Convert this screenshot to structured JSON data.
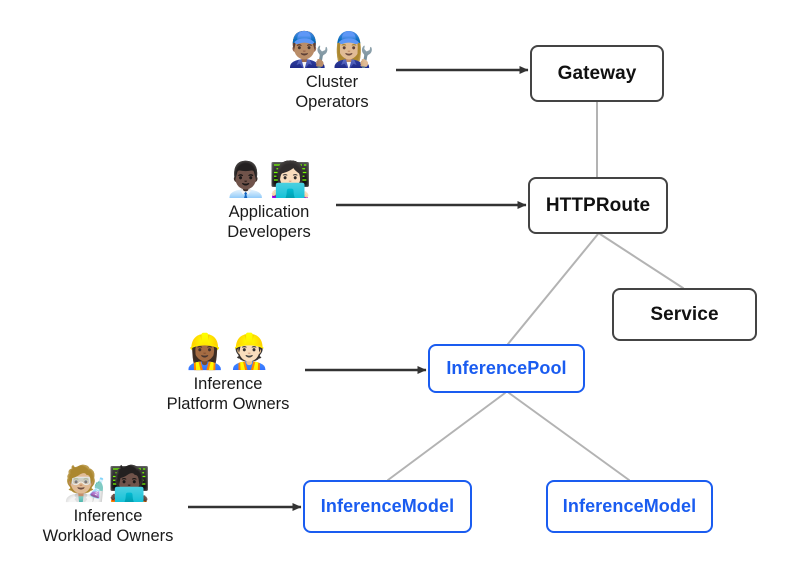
{
  "diagram": {
    "title": "Gateway API Inference Extension resource and persona relationships",
    "background_color": "#ffffff",
    "colors": {
      "box_border_dark": "#444444",
      "box_text_dark": "#111111",
      "box_border_blue": "#1a5cf0",
      "box_text_blue": "#1a5cf0",
      "connector_line": "#b3b3b3",
      "arrow": "#333333"
    }
  },
  "nodes": {
    "gateway": {
      "label": "Gateway",
      "style": "dark"
    },
    "httproute": {
      "label": "HTTPRoute",
      "style": "dark"
    },
    "service": {
      "label": "Service",
      "style": "dark"
    },
    "inference_pool": {
      "label": "InferencePool",
      "style": "blue"
    },
    "inference_model_1": {
      "label": "InferenceModel",
      "style": "blue"
    },
    "inference_model_2": {
      "label": "InferenceModel",
      "style": "blue"
    }
  },
  "personas": [
    {
      "id": "cluster-operators",
      "label": "Cluster\nOperators",
      "emoji": "👨🏽‍🔧👩🏼‍🔧",
      "icon_names": [
        "man-mechanic-icon",
        "woman-mechanic-icon"
      ],
      "targets": "gateway"
    },
    {
      "id": "application-developers",
      "label": "Application\nDevelopers",
      "emoji": "👨🏿‍💼👩🏻‍💻",
      "icon_names": [
        "man-office-worker-icon",
        "woman-technologist-icon"
      ],
      "targets": "httproute"
    },
    {
      "id": "inference-platform-owners",
      "label": "Inference\nPlatform Owners",
      "emoji": "👷🏾‍♀️👷🏻",
      "icon_names": [
        "woman-construction-worker-icon",
        "construction-worker-icon"
      ],
      "targets": "inference_pool"
    },
    {
      "id": "inference-workload-owners",
      "label": "Inference\nWorkload Owners",
      "emoji": "🧑🏼‍🔬🧑🏿‍💻",
      "icon_names": [
        "scientist-icon",
        "technologist-icon"
      ],
      "targets": "inference_model_1"
    }
  ],
  "connections": [
    {
      "from": "gateway",
      "to": "httproute",
      "kind": "line"
    },
    {
      "from": "httproute",
      "to": "inference_pool",
      "kind": "line"
    },
    {
      "from": "httproute",
      "to": "service",
      "kind": "line"
    },
    {
      "from": "inference_pool",
      "to": "inference_model_1",
      "kind": "line"
    },
    {
      "from": "inference_pool",
      "to": "inference_model_2",
      "kind": "line"
    },
    {
      "from": "cluster-operators",
      "to": "gateway",
      "kind": "arrow"
    },
    {
      "from": "application-developers",
      "to": "httproute",
      "kind": "arrow"
    },
    {
      "from": "inference-platform-owners",
      "to": "inference_pool",
      "kind": "arrow"
    },
    {
      "from": "inference-workload-owners",
      "to": "inference_model_1",
      "kind": "arrow"
    }
  ]
}
